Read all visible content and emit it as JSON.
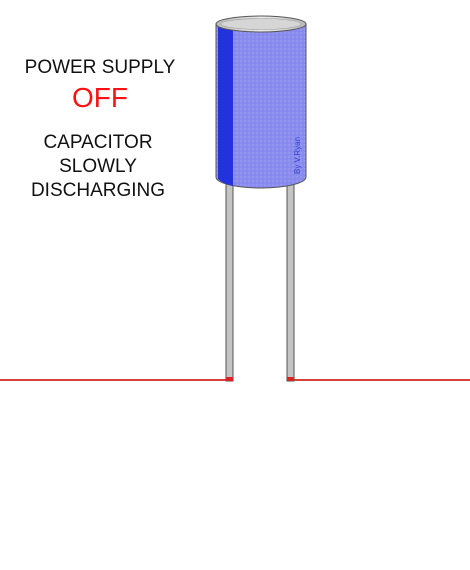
{
  "labels": {
    "power_supply": "POWER SUPPLY",
    "state": "OFF",
    "status_lines": [
      "CAPACITOR",
      "SLOWLY",
      "DISCHARGING"
    ]
  },
  "credit": "By V.Ryan",
  "colors": {
    "state_text": "#ff1111",
    "wire": "#cc0000",
    "capacitor_body": "#8a8cf0",
    "capacitor_stripe": "#2233dd",
    "lead": "#c4c4c4",
    "lead_outline": "#555555"
  }
}
